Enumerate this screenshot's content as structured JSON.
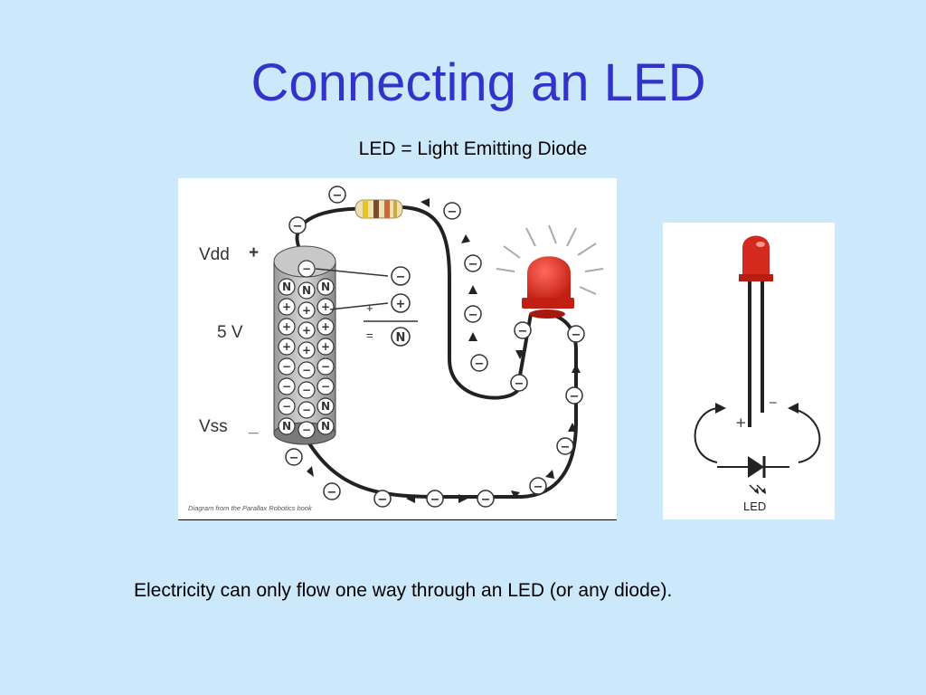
{
  "slide": {
    "title": "Connecting an LED",
    "subtitle": "LED = Light Emitting Diode",
    "caption": "Electricity can only flow one way through an LED (or any diode)."
  },
  "circuit": {
    "vdd_label": "Vdd",
    "vdd_sign": "+",
    "voltage_label": "5 V",
    "vss_label": "Vss",
    "vss_sign": "_",
    "legend_plus": "+",
    "legend_equals": "=",
    "credit": "Diagram from the Parallax Robotics book"
  },
  "led_symbol": {
    "label": "LED",
    "plus": "+",
    "minus": "_"
  },
  "colors": {
    "background": "#cce9fb",
    "title": "#3333cc",
    "led_red": "#d42a1e"
  }
}
